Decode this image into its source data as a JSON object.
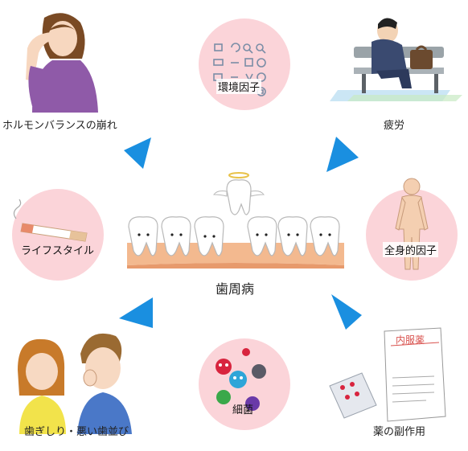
{
  "center": {
    "label": "歯周病"
  },
  "factors": {
    "hormone": "ホルモンバランスの崩れ",
    "environment": "環境因子",
    "fatigue": "疲労",
    "lifestyle": "ライフスタイル",
    "systemic": "全身的因子",
    "grinding": "歯ぎしり・悪い歯並び",
    "bacteria": "細菌",
    "medicine": "薬の副作用"
  },
  "medicine_bag": {
    "title": "内服薬"
  },
  "colors": {
    "arrow": "#1a8fe0",
    "circle": "#fbd4d9",
    "gum": "#f3b98f",
    "tooth": "#ffffff"
  }
}
